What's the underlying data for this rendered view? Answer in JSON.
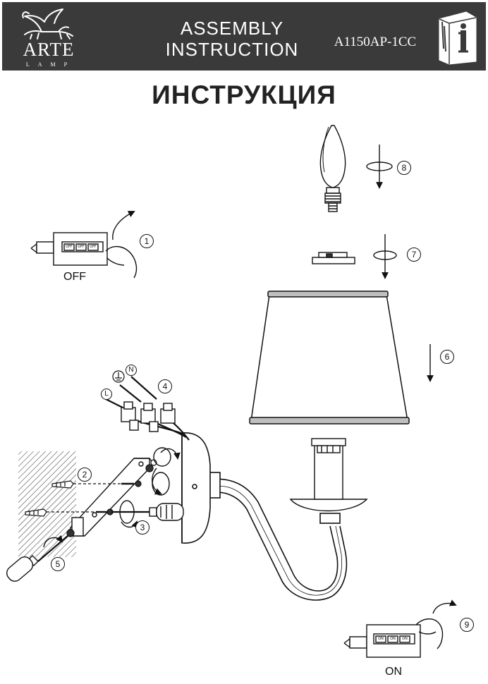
{
  "header": {
    "brand_name": "ARTE",
    "brand_sub": "LAMP",
    "title_line1": "ASSEMBLY",
    "title_line2": "INSTRUCTION",
    "model": "A1150AP-1CC",
    "manual_icon": "instruction-book-icon",
    "background_color": "#3a3a3a"
  },
  "title": "ИНСТРУКЦИЯ",
  "steps": {
    "s1": "1",
    "s2": "2",
    "s3": "3",
    "s4": "4",
    "s5": "5",
    "s6": "6",
    "s7": "7",
    "s8": "8",
    "s9": "9"
  },
  "switch_off": {
    "label": "OFF",
    "toggle_text": [
      "OFF",
      "OFF",
      "OFF"
    ]
  },
  "switch_on": {
    "label": "ON",
    "toggle_text": [
      "ON",
      "ON",
      "ON"
    ]
  },
  "wires": {
    "live": "L",
    "neutral": "N"
  }
}
